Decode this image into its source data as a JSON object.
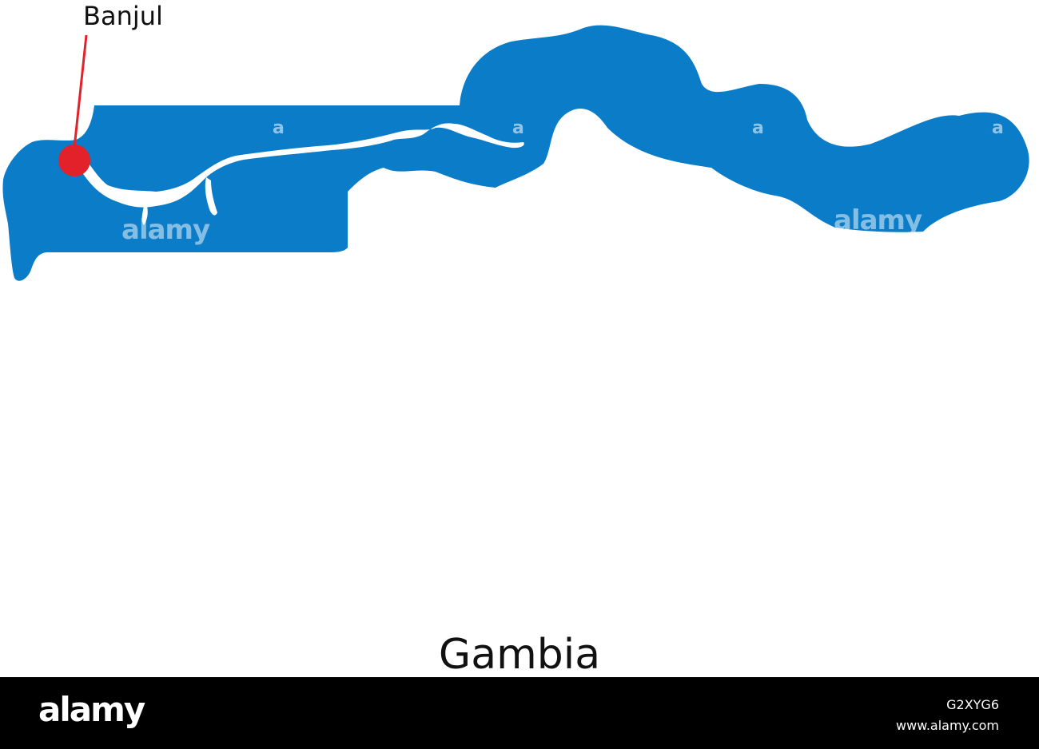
{
  "map": {
    "country": "Gambia",
    "capital": "Banjul",
    "land_color": "#0a7cc8",
    "river_color": "#ffffff",
    "marker_color": "#e3212a",
    "leader_color": "#e3212a"
  },
  "watermark": {
    "letter": "a",
    "word": "alamy"
  },
  "footer": {
    "logo": "alamy",
    "image_id": "G2XYG6",
    "url": "www.alamy.com"
  }
}
